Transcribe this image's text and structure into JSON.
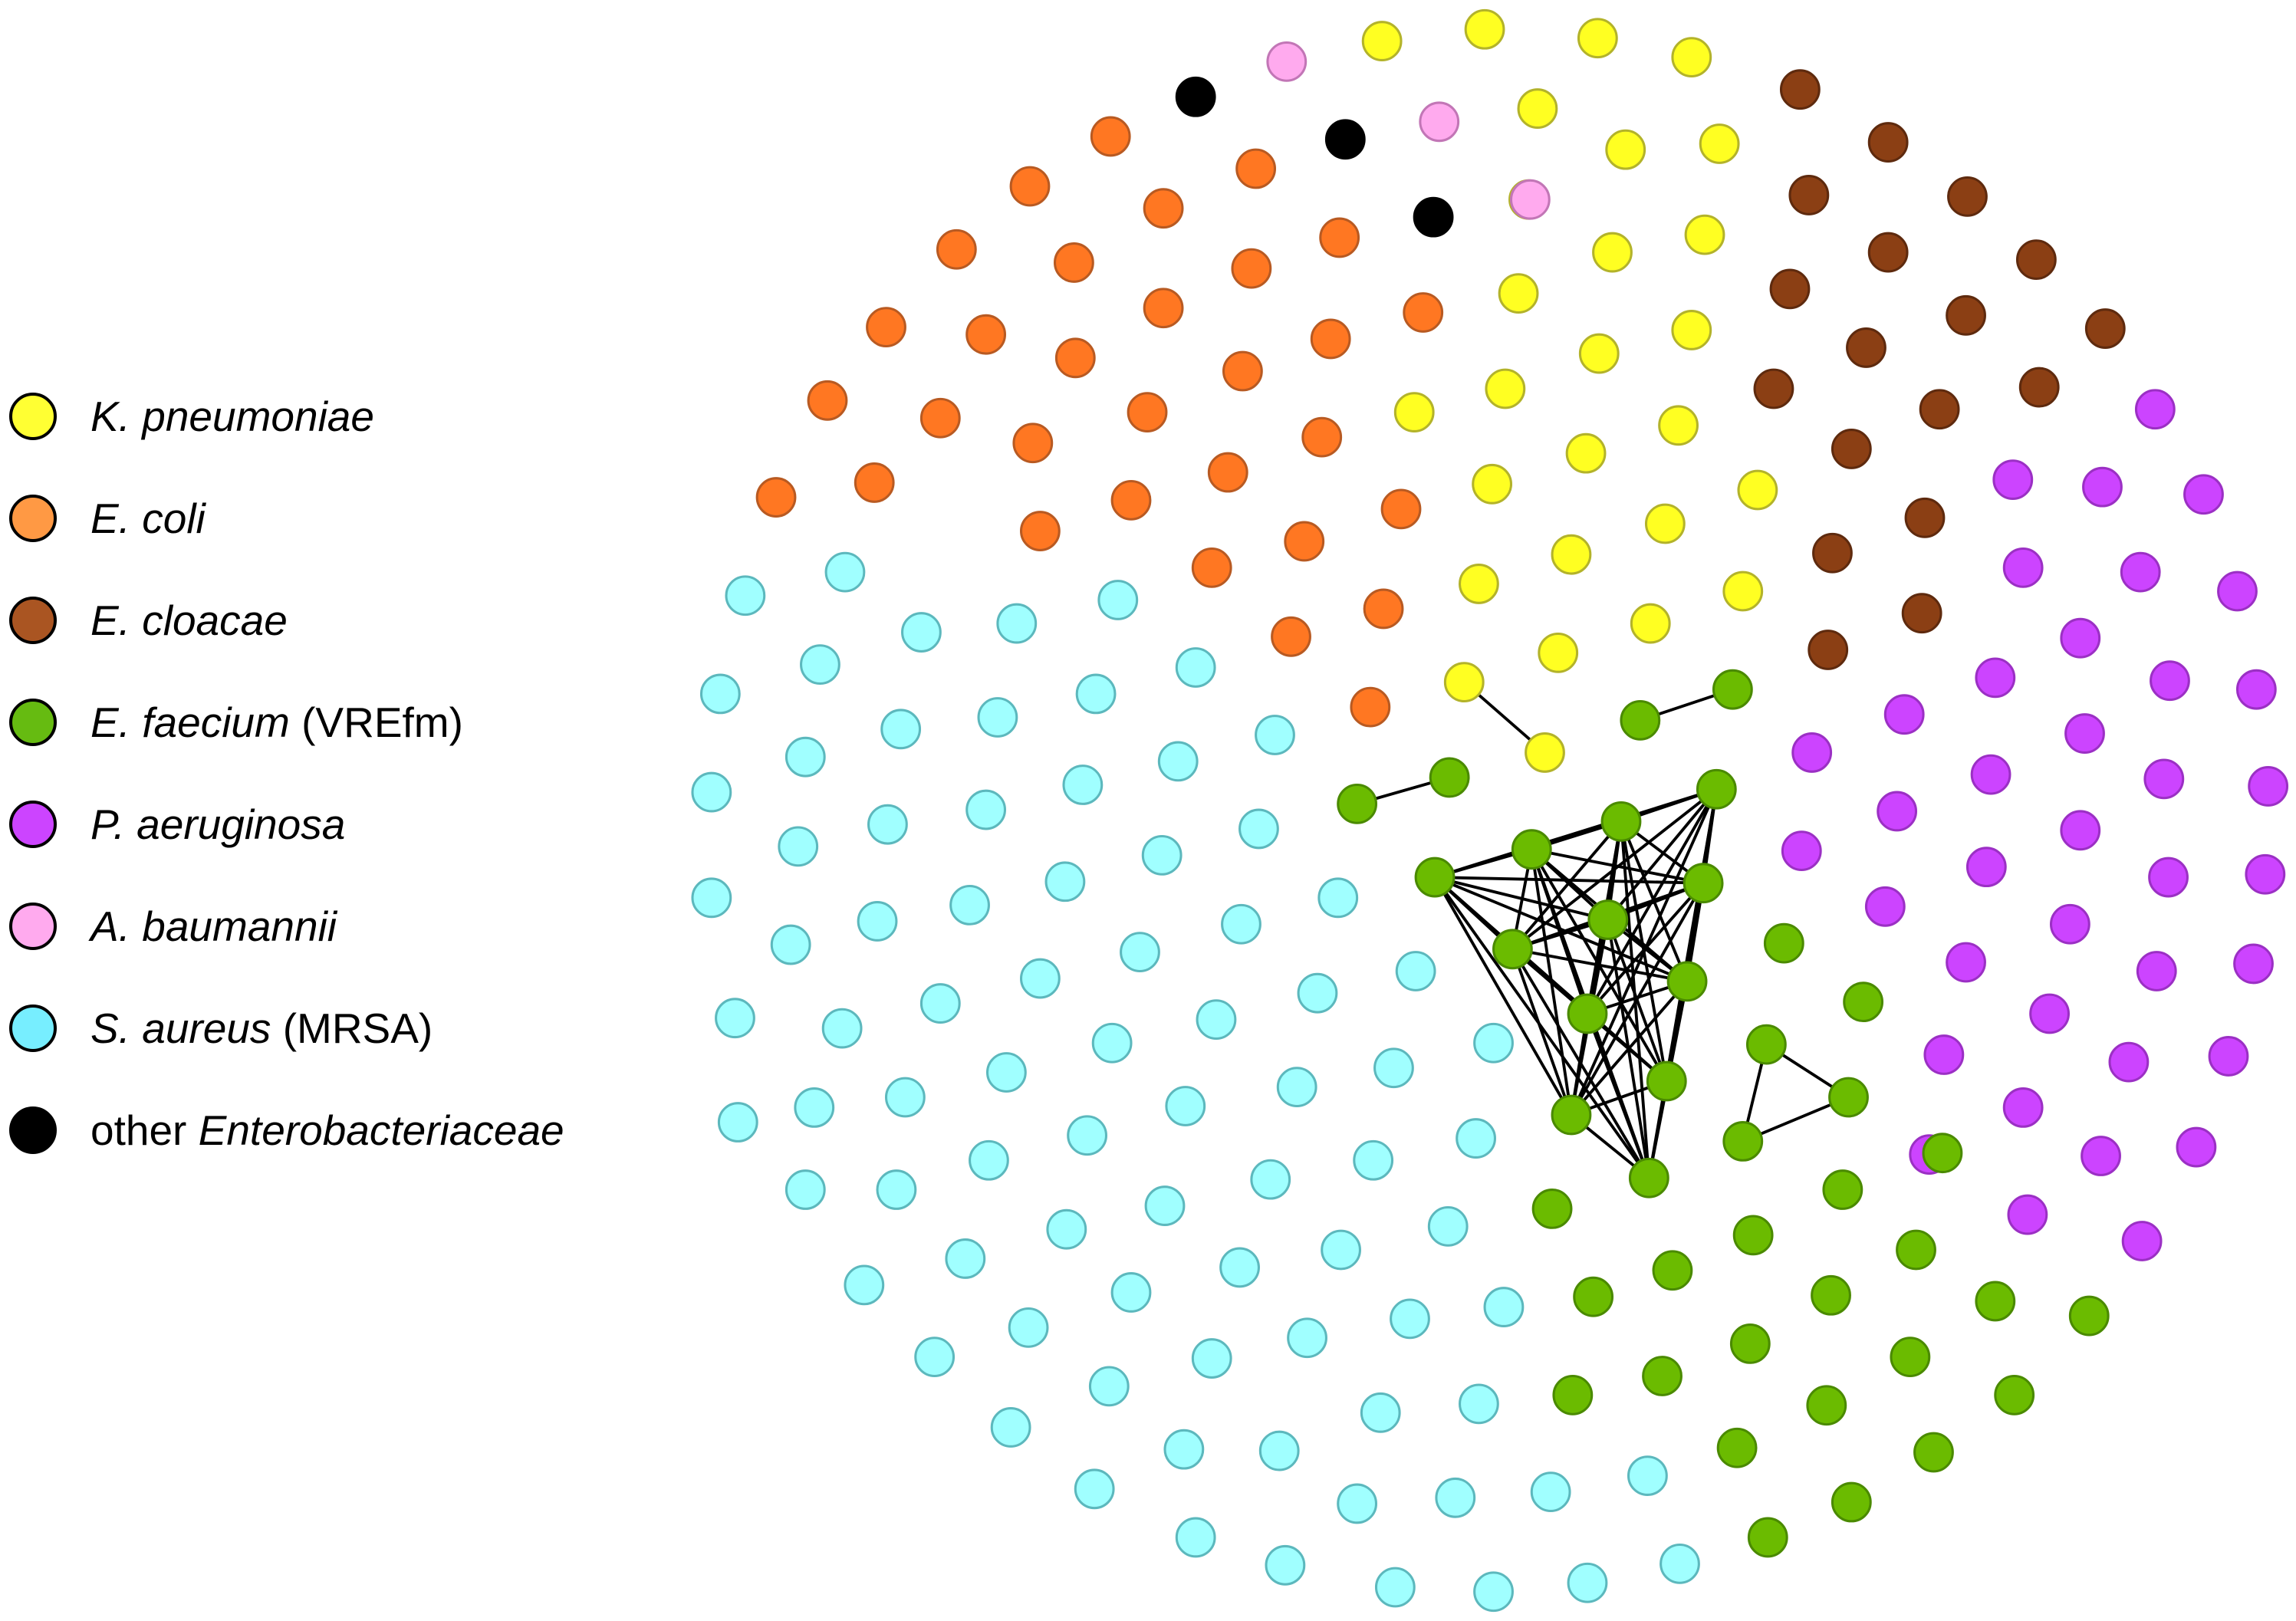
{
  "legend": [
    {
      "italic": "K. pneumoniae",
      "rest": "",
      "color": "#ffff33"
    },
    {
      "italic": "E. coli",
      "rest": "",
      "color": "#ff9944"
    },
    {
      "italic": "E. cloacae",
      "rest": "",
      "color": "#aa5522"
    },
    {
      "italic": "E. faecium",
      "rest": " (VREfm)",
      "color": "#66bb11"
    },
    {
      "italic": "P. aeruginosa",
      "rest": "",
      "color": "#cc44ff"
    },
    {
      "italic": "A. baumannii",
      "rest": "",
      "color": "#ffaaee"
    },
    {
      "italic": "S. aureus",
      "rest": " (MRSA)",
      "color": "#77eeff"
    },
    {
      "italic": "Enterobacteriaceae",
      "prefix": "other ",
      "color": "#000000"
    }
  ],
  "node_style": {
    "kp": {
      "fill": "#ffff22",
      "stroke": "#b3b32a"
    },
    "ec": {
      "fill": "#ff7722",
      "stroke": "#b85a22"
    },
    "ecl": {
      "fill": "#8b3f14",
      "stroke": "#5e2a0e"
    },
    "ef": {
      "fill": "#6bbb00",
      "stroke": "#4a8a00"
    },
    "pa": {
      "fill": "#cc44ff",
      "stroke": "#9b30c4"
    },
    "ab": {
      "fill": "#ffaaee",
      "stroke": "#c276b6"
    },
    "sa": {
      "fill": "#a0ffff",
      "stroke": "#5cb8bd"
    },
    "oe": {
      "fill": "#000000",
      "stroke": "#000000"
    }
  }
}
